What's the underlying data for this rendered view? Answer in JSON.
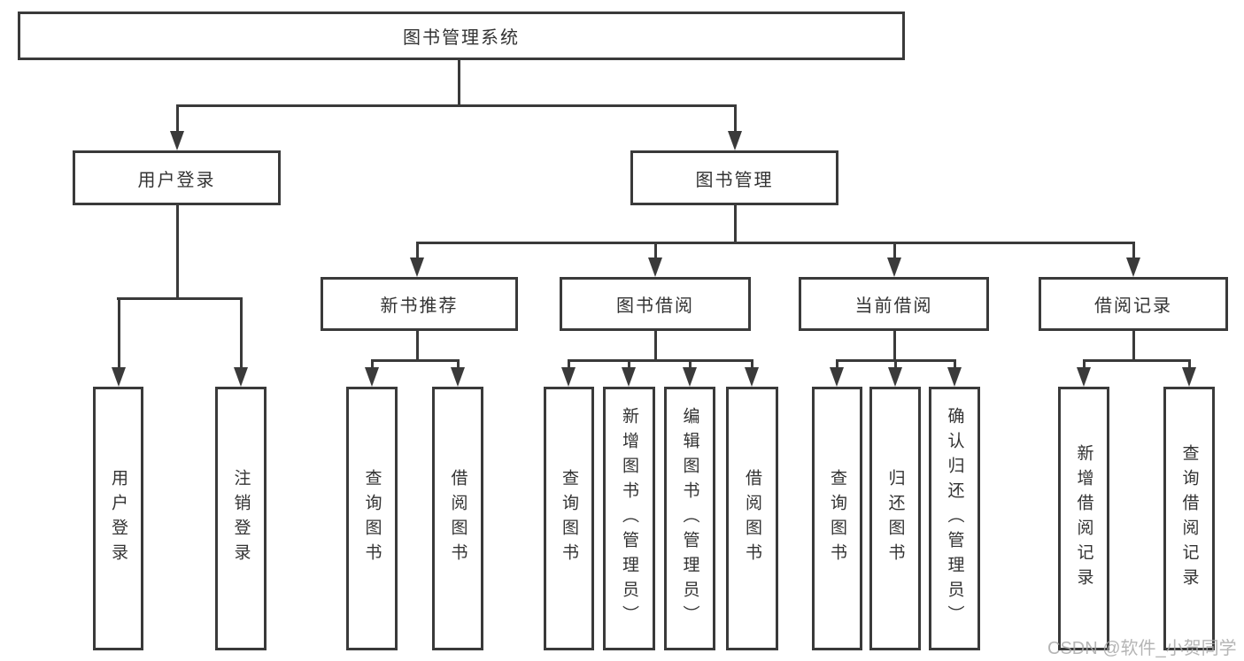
{
  "diagram": {
    "type": "hierarchy-tree",
    "nodes": {
      "root": "图书管理系统",
      "level2": [
        "用户登录",
        "图书管理"
      ],
      "level3": [
        "新书推荐",
        "图书借阅",
        "当前借阅",
        "借阅记录"
      ],
      "leaves_user_login": [
        "用户登录",
        "注销登录"
      ],
      "leaves_new_book": [
        "查询图书",
        "借阅图书"
      ],
      "leaves_book_borrow": [
        "查询图书",
        "新增图书（管理员）",
        "编辑图书（管理员）",
        "借阅图书"
      ],
      "leaves_current_borrow": [
        "查询图书",
        "归还图书",
        "确认归还（管理员）"
      ],
      "leaves_borrow_record": [
        "新增借阅记录",
        "查询借阅记录"
      ]
    },
    "colors": {
      "line": "#3a3a3a",
      "text": "#333333",
      "background": "#ffffff",
      "watermark": "#a9a9a9"
    }
  },
  "watermark": "CSDN @软件_小贺同学"
}
